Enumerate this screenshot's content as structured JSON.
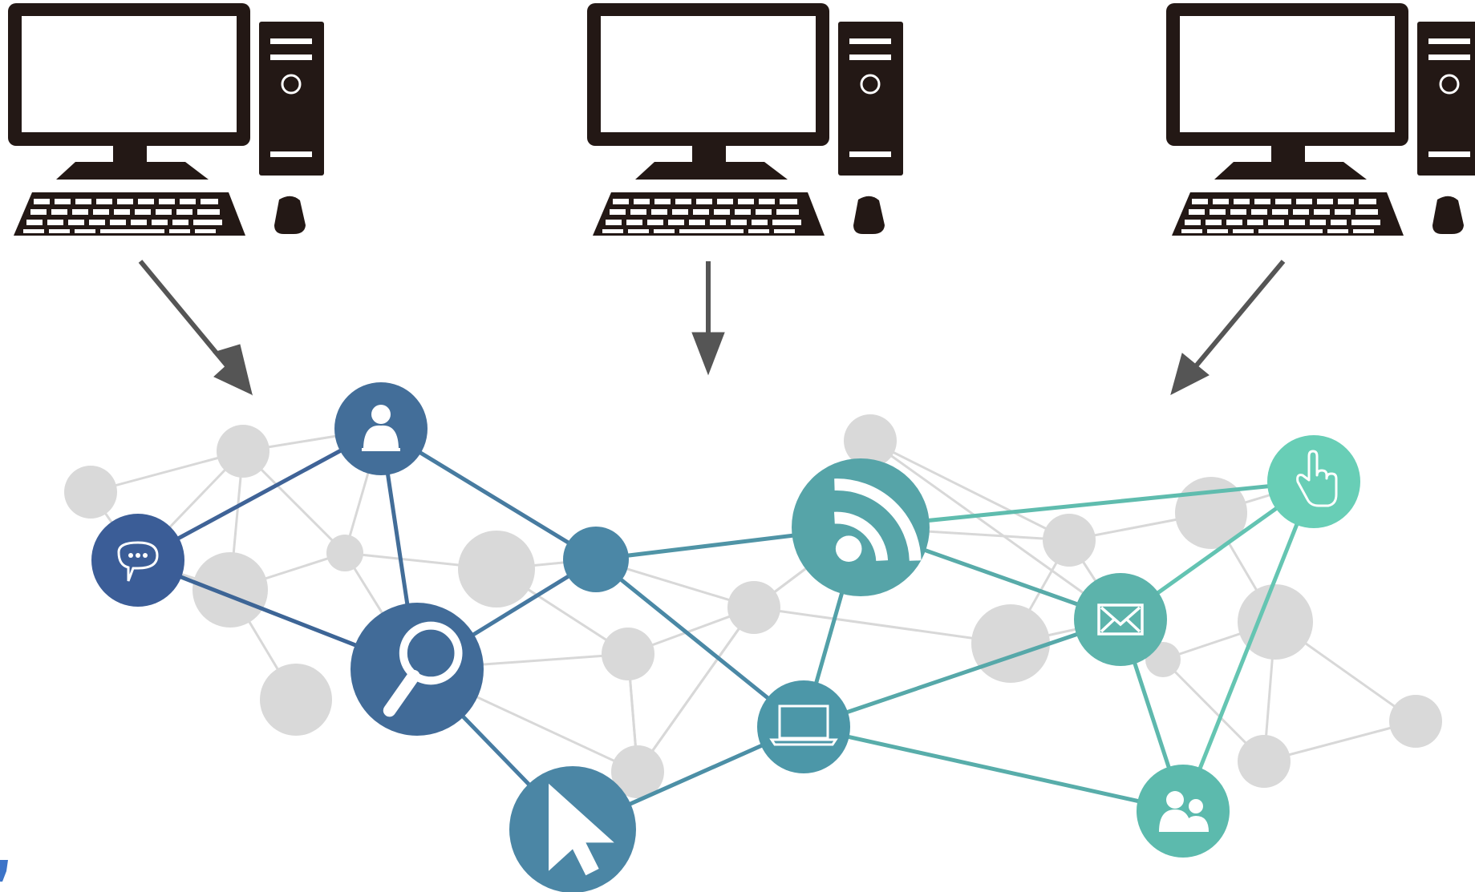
{
  "computers": [
    {
      "id": "computer-left",
      "name": "computer"
    },
    {
      "id": "computer-center",
      "name": "computer"
    },
    {
      "id": "computer-right",
      "name": "computer"
    }
  ],
  "colors": {
    "hardware": "#231815",
    "arrow": "#555555",
    "gray_node": "#d9d9d9",
    "gray_edge": "#d8d8d8",
    "node_dark_blue": "#3b5d97",
    "node_blue": "#436e99",
    "node_mid_blue": "#4d86a3",
    "node_teal": "#54a3a8",
    "node_green": "#66cbb4"
  },
  "network": {
    "icon_nodes": [
      {
        "id": "person",
        "icon": "person-icon",
        "color": "#436e99"
      },
      {
        "id": "chat",
        "icon": "chat-bubble-icon",
        "color": "#3b5d97"
      },
      {
        "id": "search",
        "icon": "magnifier-icon",
        "color": "#416b98"
      },
      {
        "id": "hub",
        "icon": "none",
        "color": "#4b87a6"
      },
      {
        "id": "cursor",
        "icon": "cursor-arrow-icon",
        "color": "#4b86a5"
      },
      {
        "id": "laptop",
        "icon": "laptop-icon",
        "color": "#4c97a8"
      },
      {
        "id": "rss",
        "icon": "rss-icon",
        "color": "#56a4a8"
      },
      {
        "id": "mail",
        "icon": "envelope-icon",
        "color": "#5cb3ab"
      },
      {
        "id": "hand",
        "icon": "hand-pointer-icon",
        "color": "#68ceb6"
      },
      {
        "id": "group",
        "icon": "group-icon",
        "color": "#5cbaad"
      }
    ]
  }
}
